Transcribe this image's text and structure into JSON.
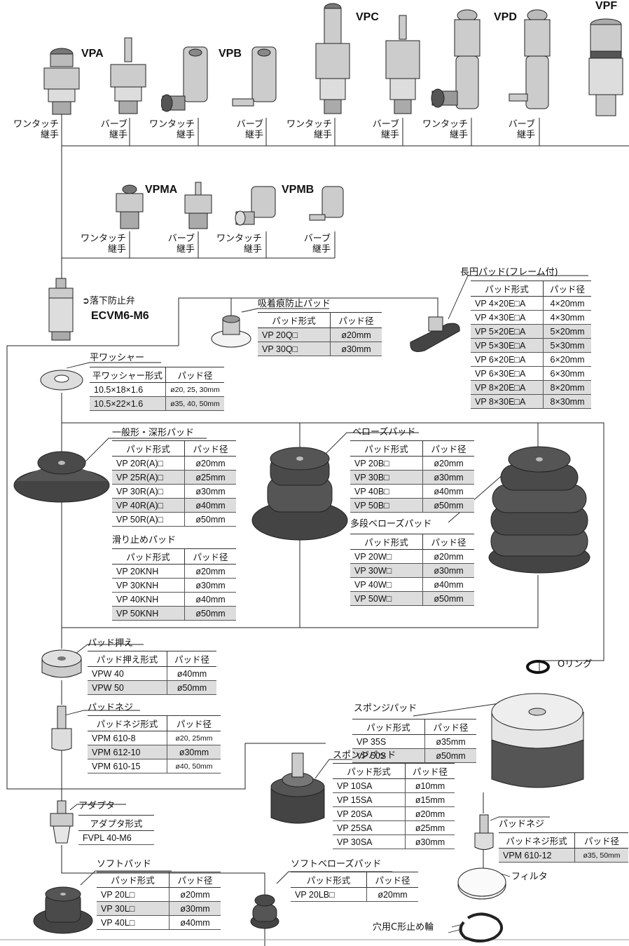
{
  "top_fittings": {
    "models": {
      "vpa": "VPA",
      "vpb": "VPB",
      "vpc": "VPC",
      "vpd": "VPD",
      "vpf": "VPF"
    },
    "labels": [
      {
        "line1": "ワンタッチ",
        "line2": "継手"
      },
      {
        "line1": "バーブ",
        "line2": "継手"
      },
      {
        "line1": "ワンタッチ",
        "line2": "継手"
      },
      {
        "line1": "バーブ",
        "line2": "継手"
      },
      {
        "line1": "ワンタッチ",
        "line2": "継手"
      },
      {
        "line1": "バーブ",
        "line2": "継手"
      },
      {
        "line1": "ワンタッチ",
        "line2": "継手"
      },
      {
        "line1": "バーブ",
        "line2": "継手"
      }
    ]
  },
  "mid_fittings": {
    "models": {
      "vpma": "VPMA",
      "vpmb": "VPMB"
    },
    "labels": [
      {
        "line1": "ワンタッチ",
        "line2": "継手"
      },
      {
        "line1": "バーブ",
        "line2": "継手"
      },
      {
        "line1": "ワンタッチ",
        "line2": "継手"
      },
      {
        "line1": "バーブ",
        "line2": "継手"
      }
    ]
  },
  "valve": {
    "label": "落下防止弁",
    "model": "ECVM6-M6"
  },
  "mark_prevention": {
    "title": "吸着痕防止パッド",
    "headers": [
      "パッド形式",
      "パッド径"
    ],
    "rows": [
      [
        "VP 20Q□",
        "ø20mm"
      ],
      [
        "VP 30Q□",
        "ø30mm"
      ]
    ]
  },
  "oval": {
    "title": "長円パッド(フレーム付)",
    "headers": [
      "パッド形式",
      "パッド径"
    ],
    "rows": [
      [
        "VP 4×20E□A",
        "4×20mm"
      ],
      [
        "VP 4×30E□A",
        "4×30mm"
      ],
      [
        "VP 5×20E□A",
        "5×20mm"
      ],
      [
        "VP 5×30E□A",
        "5×30mm"
      ],
      [
        "VP 6×20E□A",
        "6×20mm"
      ],
      [
        "VP 6×30E□A",
        "6×30mm"
      ],
      [
        "VP 8×20E□A",
        "8×20mm"
      ],
      [
        "VP 8×30E□A",
        "8×30mm"
      ]
    ]
  },
  "washer": {
    "title": "平ワッシャー",
    "headers": [
      "平ワッシャー形式",
      "パッド径"
    ],
    "rows": [
      [
        "10.5×18×1.6",
        "ø20, 25, 30mm"
      ],
      [
        "10.5×22×1.6",
        "ø35, 40, 50mm"
      ]
    ]
  },
  "general": {
    "title": "一般形・深形パッド",
    "headers": [
      "パッド形式",
      "パッド径"
    ],
    "rows": [
      [
        "VP 20R(A)□",
        "ø20mm"
      ],
      [
        "VP 25R(A)□",
        "ø25mm"
      ],
      [
        "VP 30R(A)□",
        "ø30mm"
      ],
      [
        "VP 40R(A)□",
        "ø40mm"
      ],
      [
        "VP 50R(A)□",
        "ø50mm"
      ]
    ]
  },
  "antislip": {
    "title": "滑り止めパッド",
    "headers": [
      "パッド形式",
      "パッド径"
    ],
    "rows": [
      [
        "VP 20KNH",
        "ø20mm"
      ],
      [
        "VP 30KNH",
        "ø30mm"
      ],
      [
        "VP 40KNH",
        "ø40mm"
      ],
      [
        "VP 50KNH",
        "ø50mm"
      ]
    ]
  },
  "bellows": {
    "title": "ベローズパッド",
    "headers": [
      "パッド形式",
      "パッド径"
    ],
    "rows": [
      [
        "VP 20B□",
        "ø20mm"
      ],
      [
        "VP 30B□",
        "ø30mm"
      ],
      [
        "VP 40B□",
        "ø40mm"
      ],
      [
        "VP 50B□",
        "ø50mm"
      ]
    ]
  },
  "multi_bellows": {
    "title": "多段ベローズパッド",
    "headers": [
      "パッド形式",
      "パッド径"
    ],
    "rows": [
      [
        "VP 20W□",
        "ø20mm"
      ],
      [
        "VP 30W□",
        "ø30mm"
      ],
      [
        "VP 40W□",
        "ø40mm"
      ],
      [
        "VP 50W□",
        "ø50mm"
      ]
    ]
  },
  "holder": {
    "title": "パッド押え",
    "headers": [
      "パッド押え形式",
      "パッド径"
    ],
    "rows": [
      [
        "VPW 40",
        "ø40mm"
      ],
      [
        "VPW 50",
        "ø50mm"
      ]
    ]
  },
  "oring": {
    "label": "Oリング"
  },
  "sponge_large": {
    "title": "スポンジパッド",
    "headers": [
      "パッド形式",
      "パッド径"
    ],
    "rows": [
      [
        "VP 35S",
        "ø35mm"
      ],
      [
        "VP 50S",
        "ø50mm"
      ]
    ]
  },
  "screw1": {
    "title": "パッドネジ",
    "headers": [
      "パッドネジ形式",
      "パッド径"
    ],
    "rows": [
      [
        "VPM 610-8",
        "ø20, 25mm"
      ],
      [
        "VPM 612-10",
        "ø30mm"
      ],
      [
        "VPM 610-15",
        "ø40, 50mm"
      ]
    ]
  },
  "sponge_small": {
    "title": "スポンジパッド",
    "headers": [
      "パッド形式",
      "パッド径"
    ],
    "rows": [
      [
        "VP 10SA",
        "ø10mm"
      ],
      [
        "VP 15SA",
        "ø15mm"
      ],
      [
        "VP 20SA",
        "ø20mm"
      ],
      [
        "VP 25SA",
        "ø25mm"
      ],
      [
        "VP 30SA",
        "ø30mm"
      ]
    ]
  },
  "adapter": {
    "title": "アダプタ",
    "headers": [
      "アダプタ形式"
    ],
    "rows": [
      [
        "FVPL 40-M6"
      ]
    ]
  },
  "screw2": {
    "title": "パッドネジ",
    "headers": [
      "パッドネジ形式",
      "パッド径"
    ],
    "rows": [
      [
        "VPM 610-12",
        "ø35, 50mm"
      ]
    ]
  },
  "soft": {
    "title": "ソフトパッド",
    "headers": [
      "パッド形式",
      "パッド径"
    ],
    "rows": [
      [
        "VP 20L□",
        "ø20mm"
      ],
      [
        "VP 30L□",
        "ø30mm"
      ],
      [
        "VP 40L□",
        "ø40mm"
      ]
    ]
  },
  "soft_bellows": {
    "title": "ソフトベローズパッド",
    "headers": [
      "パッド形式",
      "パッド径"
    ],
    "rows": [
      [
        "VP 20LB□",
        "ø20mm"
      ]
    ]
  },
  "filter": {
    "label": "フィルタ"
  },
  "cring": {
    "label": "穴用C形止め輪"
  }
}
